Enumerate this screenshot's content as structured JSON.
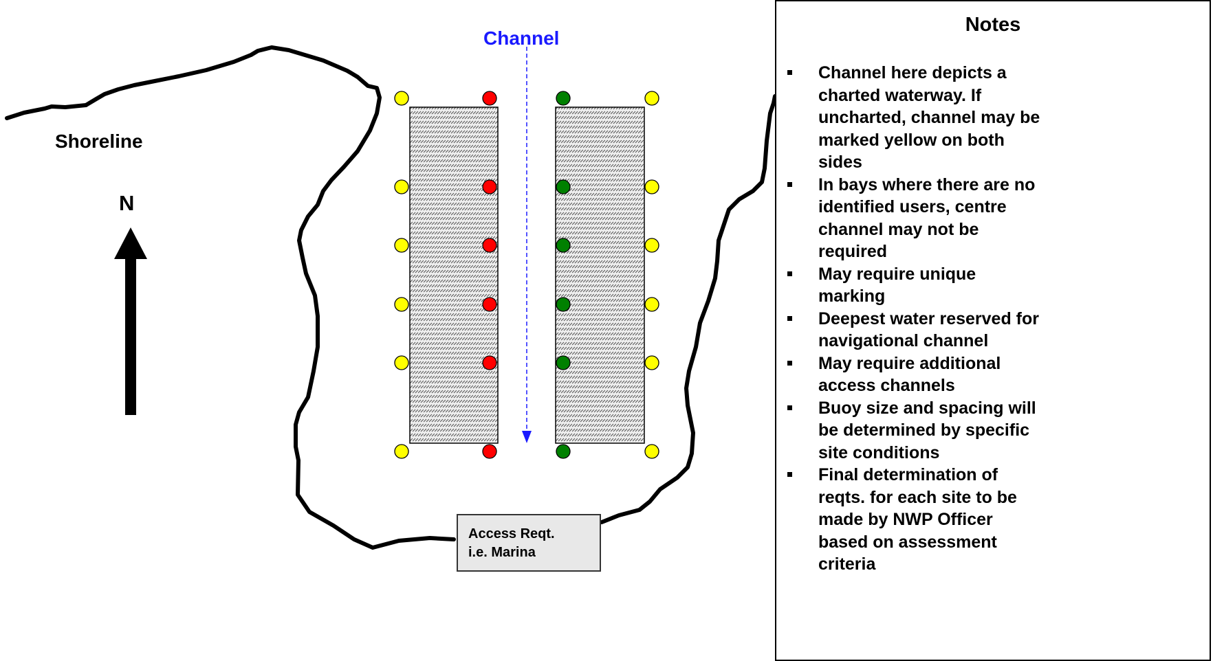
{
  "labels": {
    "channel": "Channel",
    "shoreline": "Shoreline",
    "north": "N"
  },
  "access_box": {
    "line1": "Access Reqt.",
    "line2": "i.e. Marina"
  },
  "notes": {
    "title": "Notes",
    "items": [
      {
        "lines": [
          "Channel here depicts a",
          "charted waterway.  If",
          "uncharted, channel may be",
          "marked yellow on both",
          "sides"
        ]
      },
      {
        "lines": [
          "In bays where there are no",
          "identified users, centre",
          "channel may not be",
          "required"
        ]
      },
      {
        "lines": [
          "May require unique",
          "marking"
        ]
      },
      {
        "lines": [
          "Deepest water reserved for",
          "navigational channel"
        ]
      },
      {
        "lines": [
          "May require additional",
          "access channels"
        ]
      },
      {
        "lines": [
          "Buoy size and spacing will",
          "be determined by specific",
          "site conditions"
        ]
      },
      {
        "lines": [
          "Final determination of",
          "reqts. for each site to be",
          "made by NWP Officer",
          "based on assessment",
          "criteria"
        ]
      }
    ]
  },
  "buoy_columns": [
    {
      "side": "left-outer",
      "color": "yellow"
    },
    {
      "side": "left-channel",
      "color": "red"
    },
    {
      "side": "right-channel",
      "color": "green"
    },
    {
      "side": "right-outer",
      "color": "yellow"
    }
  ],
  "buoys_per_column": 6,
  "colors": {
    "yellow": "#ffff00",
    "red": "#ff0000",
    "green": "#008000",
    "channel": "#1a1aff",
    "shoreline": "#000000",
    "zone_fill": "#eeeeee",
    "access_fill": "#e8e8e8"
  }
}
